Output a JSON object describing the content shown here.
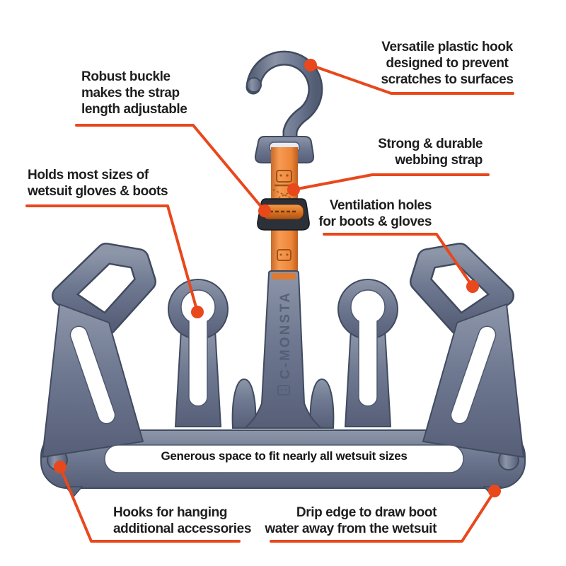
{
  "product": {
    "brand_text": "C-MONSTA",
    "strap_logo": "crab-logo"
  },
  "annotations": {
    "hook": {
      "lines": [
        "Versatile plastic hook",
        "designed to prevent",
        "scratches to surfaces"
      ]
    },
    "buckle": {
      "lines": [
        "Robust buckle",
        "makes the strap",
        "length adjustable"
      ]
    },
    "strap": {
      "lines": [
        "Strong & durable",
        "webbing strap"
      ]
    },
    "gloves": {
      "lines": [
        "Holds most sizes of",
        "wetsuit gloves & boots"
      ]
    },
    "ventilation": {
      "lines": [
        "Ventilation holes",
        "for boots & gloves"
      ]
    },
    "space": {
      "lines": [
        "Generous space to fit nearly all wetsuit sizes"
      ]
    },
    "accessory_hooks": {
      "lines": [
        "Hooks for hanging",
        "additional accessories"
      ]
    },
    "drip_edge": {
      "lines": [
        "Drip edge to draw boot",
        "water away from the wetsuit"
      ]
    }
  },
  "colors": {
    "background": "#ffffff",
    "callout": "#e8481c",
    "plastic_mid": "#6e7890",
    "plastic_light": "#8f98ab",
    "plastic_dark": "#535d74",
    "plastic_stroke": "#414b5f",
    "strap_orange": "#ef8a40",
    "strap_dark": "#c4641f",
    "buckle_dark": "#2c3038",
    "text": "#1e1e20"
  }
}
